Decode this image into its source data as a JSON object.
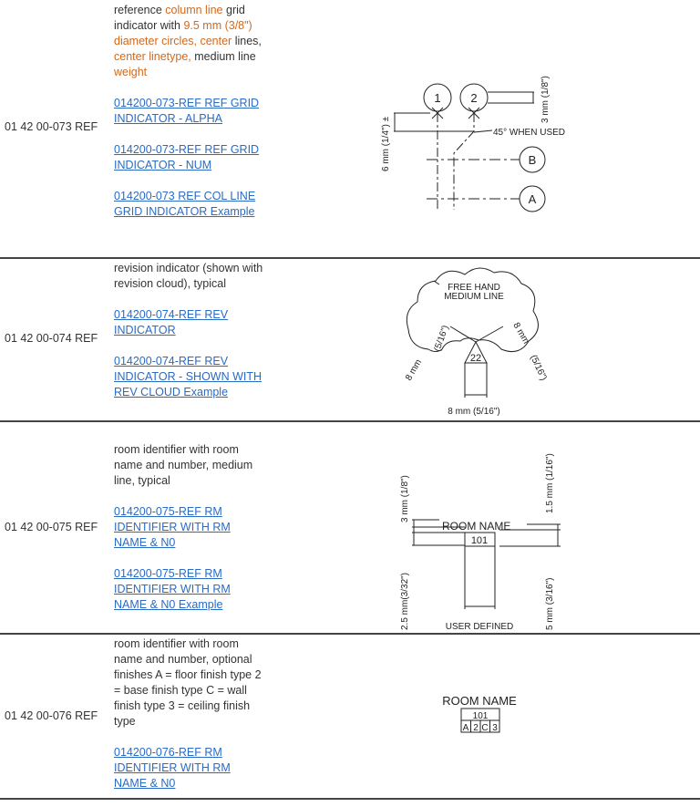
{
  "rows": [
    {
      "code": "01 42 00-073  REF",
      "description_parts": [
        {
          "text": "reference ",
          "highlight": false
        },
        {
          "text": "column line",
          "highlight": true
        },
        {
          "text": " grid indicator with ",
          "highlight": false
        },
        {
          "text": "9.5 mm (3/8\") diameter circles, center",
          "highlight": true
        },
        {
          "text": " lines, ",
          "highlight": false
        },
        {
          "text": "center linetype,",
          "highlight": true
        },
        {
          "text": " medium line ",
          "highlight": false
        },
        {
          "text": "weight",
          "highlight": true
        }
      ],
      "links": [
        "014200-073-REF REF GRID INDICATOR - ALPHA",
        "014200-073-REF REF GRID INDICATOR - NUM",
        "014200-073 REF COL LINE GRID INDICATOR Example"
      ],
      "figure": {
        "circle_labels": [
          "1",
          "2",
          "B",
          "A"
        ],
        "dim_left": "6 mm (1/4\") ±",
        "dim_right": "3 mm (1/8\")",
        "note": "45° WHEN USED"
      }
    },
    {
      "code": "01 42 00-074  REF",
      "description": "revision indicator (shown with revision cloud), typical",
      "links": [
        "014200-074-REF REV INDICATOR",
        "014200-074-REF REV INDICATOR - SHOWN WITH REV CLOUD Example"
      ],
      "figure": {
        "note_line1": "FREE HAND",
        "note_line2": "MEDIUM LINE",
        "triangle_label": "22",
        "dim_upper_left": "(5/16\")",
        "dim_lower_left": "8 mm",
        "dim_upper_right": "8 mm",
        "dim_lower_right": "(5/16\")",
        "dim_bottom": "8 mm  (5/16\")"
      }
    },
    {
      "code": "01 42 00-075  REF",
      "description": "room identifier with room name and number, medium line, typical",
      "links": [
        "014200-075-REF RM IDENTIFIER WITH RM NAME & N0",
        "014200-075-REF RM IDENTIFIER WITH RM NAME & N0 Example"
      ],
      "figure": {
        "room_name": "ROOM  NAME",
        "room_number": "101",
        "dim_left_top": "3 mm (1/8\")",
        "dim_left_bottom": "2.5 mm(3/32\")",
        "dim_right_top": "1.5 mm (1/16\")",
        "dim_right_bottom": "5 mm (3/16\")",
        "dim_bottom": "USER DEFINED"
      }
    },
    {
      "code": "01 42 00-076  REF",
      "description": "room identifier with room name and number, optional finishes A = floor finish type 2 = base finish type C = wall finish type 3 = ceiling finish type",
      "links": [
        "014200-076-REF RM IDENTIFIER WITH RM NAME & N0"
      ],
      "figure": {
        "room_name": "ROOM  NAME",
        "room_number": "101",
        "finishes": [
          "A",
          "2",
          "C",
          "3"
        ]
      }
    }
  ],
  "colors": {
    "text": "#333333",
    "highlight": "#d2691e",
    "link": "#2a6bc4",
    "divider": "#444444"
  }
}
